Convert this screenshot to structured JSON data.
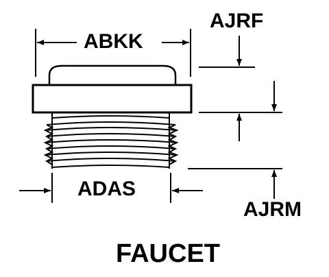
{
  "diagram": {
    "title": "FAUCET",
    "dimensions": {
      "overall_width": "ABKK",
      "cap_height": "AJRF",
      "thread_diameter": "ADAS",
      "thread_length": "AJRM"
    }
  },
  "colors": {
    "ink": "#000000",
    "background": "#ffffff"
  }
}
